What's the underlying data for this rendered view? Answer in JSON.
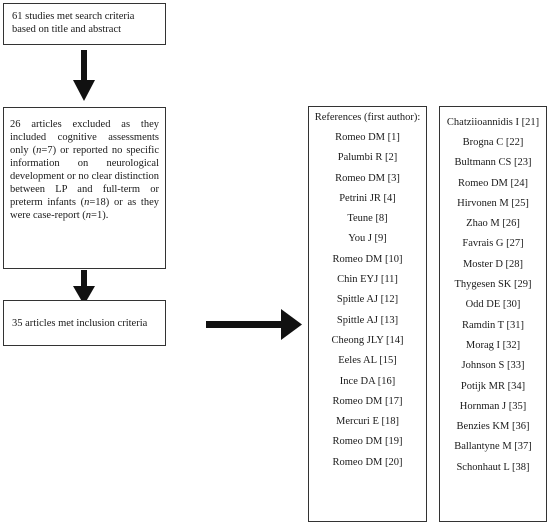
{
  "flow": {
    "search": "61 studies met search criteria based on title and abstract",
    "excluded": {
      "part1": "26 articles excluded as they included cognitive assessments only (",
      "n1_label": "n",
      "n1_value": "=7) or reported no specific information on neurological development or no clear distinction between LP and full-term or preterm infants (",
      "n2_label": "n",
      "n2_value": "=18) or as they were case-report (",
      "n3_label": "n",
      "n3_value": "=1)."
    },
    "included": "35 articles met inclusion criteria"
  },
  "references_col1": {
    "header": "References (first author):",
    "items": [
      "Romeo DM [1]",
      "Palumbi R [2]",
      "Romeo DM [3]",
      "Petrini JR [4]",
      "Teune [8]",
      "You J [9]",
      "Romeo DM [10]",
      "Chin EYJ [11]",
      "Spittle AJ [12]",
      "Spittle AJ [13]",
      "Cheong JLY [14]",
      "Eeles AL [15]",
      "Ince DA [16]",
      "Romeo DM [17]",
      "Mercuri E [18]",
      "Romeo DM [19]",
      "Romeo DM [20]"
    ]
  },
  "references_col2": {
    "first": "Chatziioannidis I [21]",
    "items": [
      "Brogna C [22]",
      "Bultmann CS [23]",
      "Romeo DM [24]",
      "Hirvonen M [25]",
      "Zhao M [26]",
      "Favrais G [27]",
      "Moster D [28]",
      "Thygesen SK [29]",
      "Odd DE [30]",
      "Ramdin T [31]",
      "Morag I [32]",
      "Johnson S [33]",
      "Potijk MR [34]",
      "Hornman J [35]",
      "Benzies KM [36]",
      "Ballantyne M [37]",
      "Schonhaut L [38]"
    ]
  }
}
